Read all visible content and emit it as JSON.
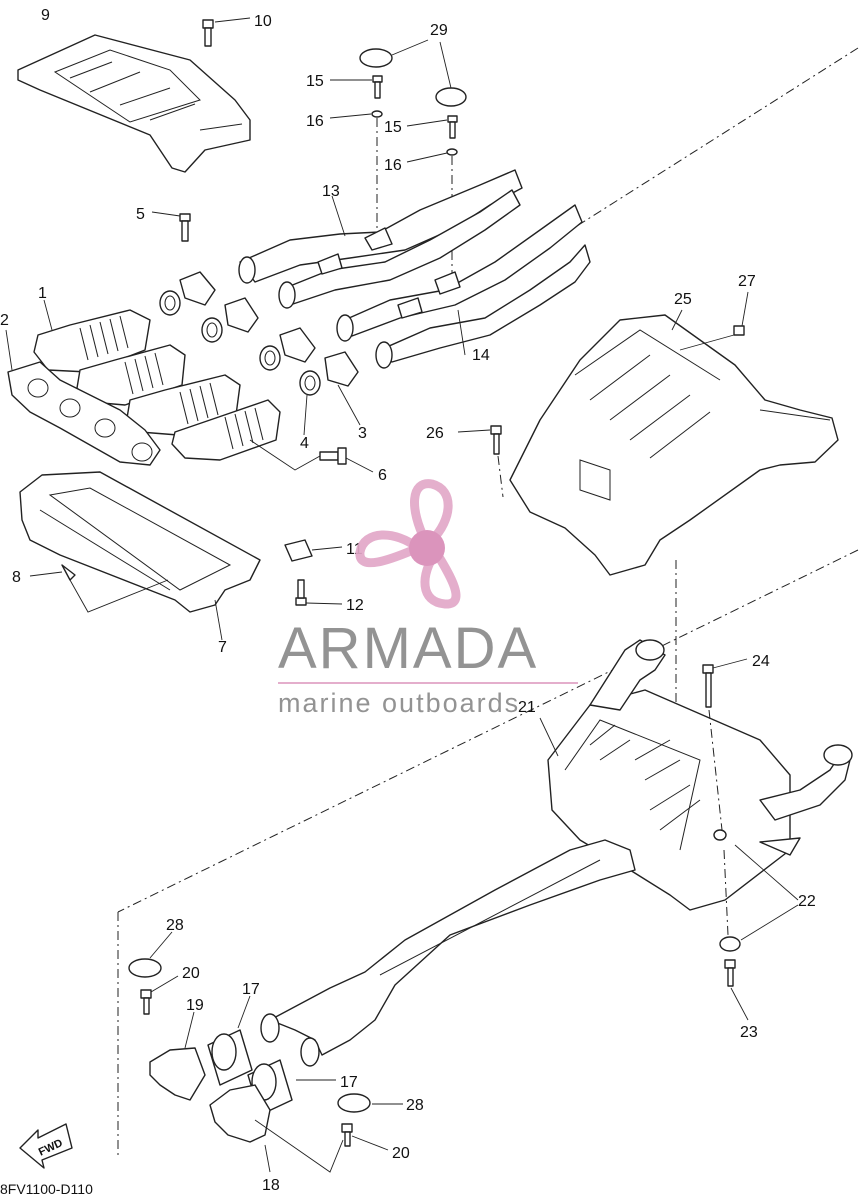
{
  "diagram": {
    "drawing_code": "8FV1100-D110",
    "fwd_label": "FWD",
    "callouts": {
      "n1": "1",
      "n2": "2",
      "n3": "3",
      "n4": "4",
      "n5": "5",
      "n6": "6",
      "n7": "7",
      "n8": "8",
      "n9": "9",
      "n10": "10",
      "n11": "11",
      "n12": "12",
      "n13": "13",
      "n14": "14",
      "n15a": "15",
      "n15b": "15",
      "n16a": "16",
      "n16b": "16",
      "n17a": "17",
      "n17b": "17",
      "n18": "18",
      "n19": "19",
      "n20a": "20",
      "n20b": "20",
      "n21": "21",
      "n22": "22",
      "n23": "23",
      "n24": "24",
      "n25": "25",
      "n26": "26",
      "n27": "27",
      "n28a": "28",
      "n28b": "28",
      "n29": "29"
    }
  },
  "watermark": {
    "name": "ARMADA",
    "tagline": "marine outboards",
    "colors": {
      "propeller": "#e2a8c8",
      "hub": "#d98cb7",
      "text": "#8a8a8a"
    }
  }
}
